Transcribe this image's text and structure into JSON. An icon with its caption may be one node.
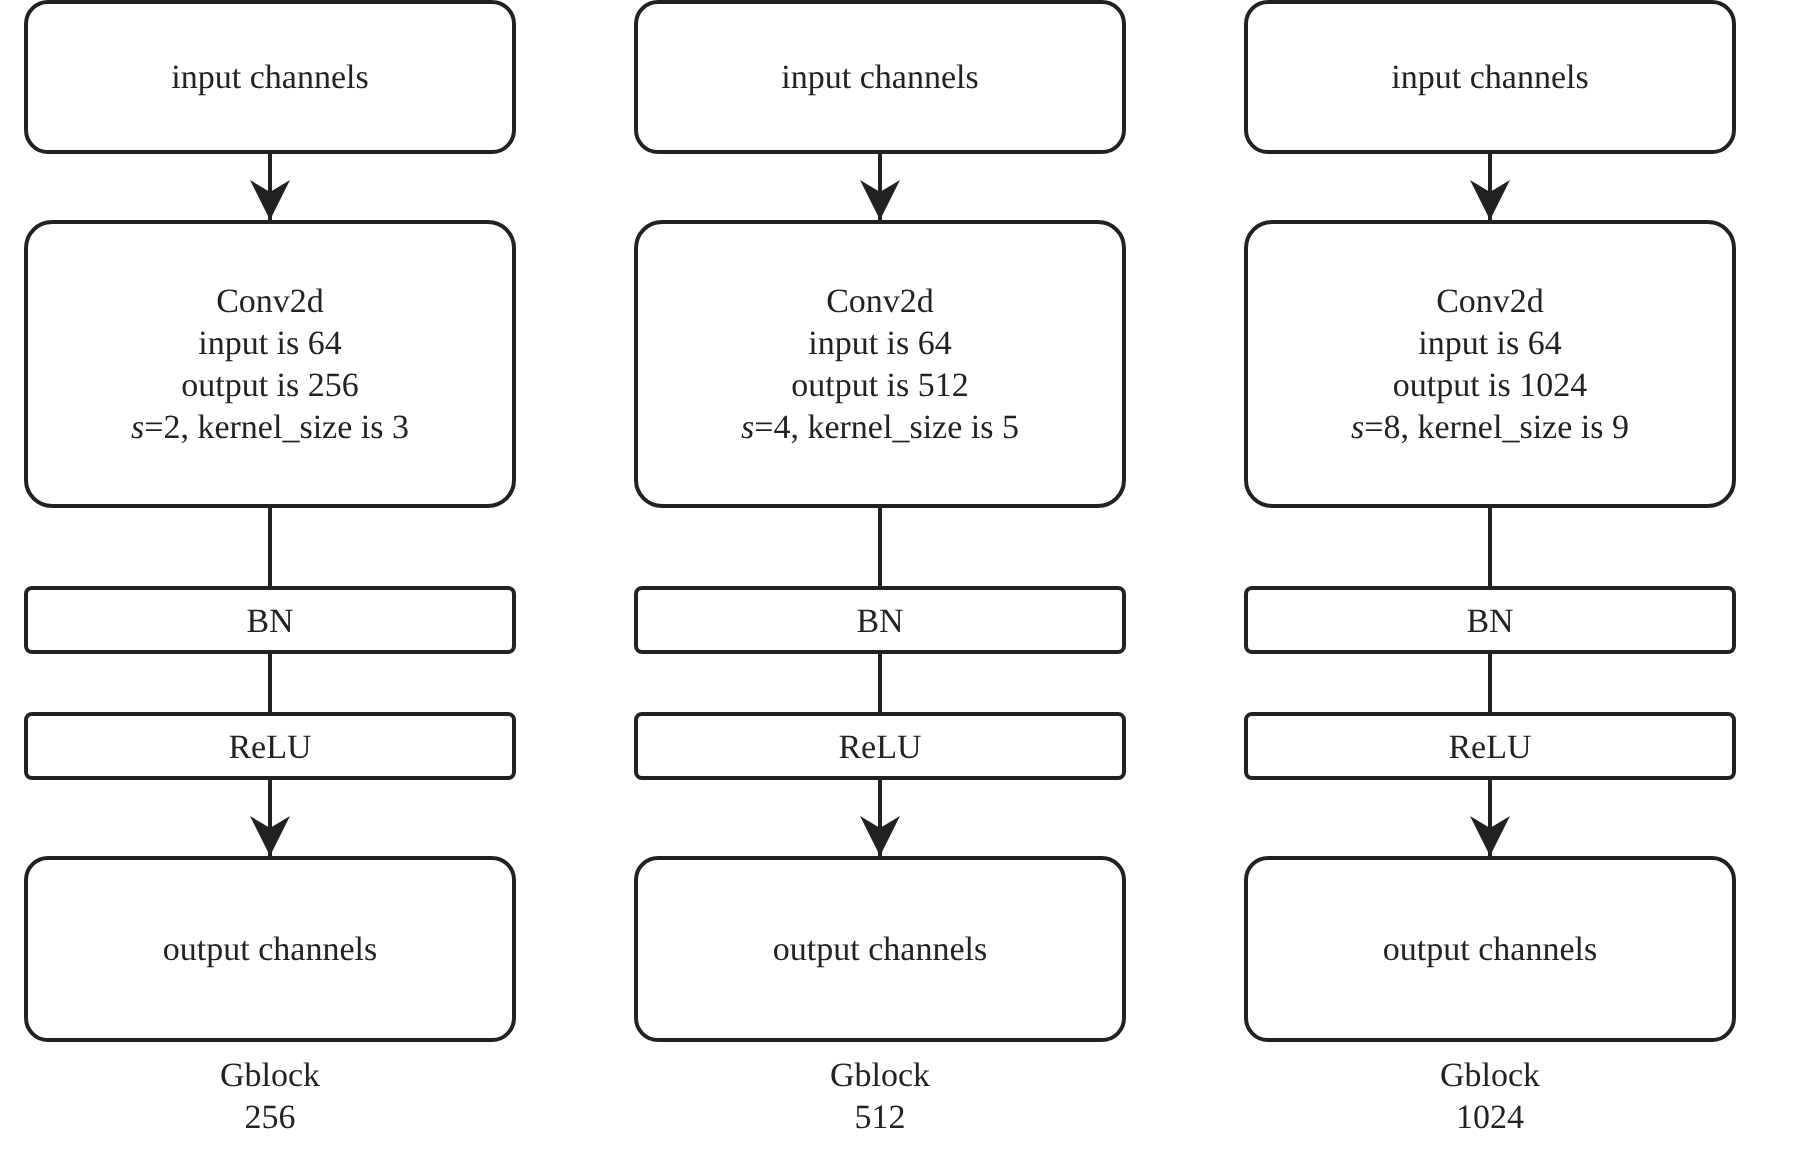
{
  "diagram": {
    "nodes": [
      {
        "text": [
          "input channels"
        ]
      },
      {
        "text": [
          "Conv2d",
          "input is 64",
          "output is 256",
          "*s*=2, kernel_size is 3"
        ]
      },
      {
        "text": [
          "BN"
        ]
      },
      {
        "text": [
          "ReLU"
        ]
      },
      {
        "text": [
          "output channels"
        ],
        "beside": [
          "Gblock 256"
        ]
      },
      {
        "text": [
          "input channels"
        ]
      },
      {
        "text": [
          "Conv2d",
          "input is 64",
          "output is 512",
          "*s*=4, kernel_size is 5"
        ]
      },
      {
        "text": [
          "BN"
        ]
      },
      {
        "text": [
          "ReLU"
        ]
      },
      {
        "text": [
          "output channels"
        ],
        "beside": [
          "Gblock 512"
        ]
      },
      {
        "text": [
          "input channels"
        ]
      },
      {
        "text": [
          "Conv2d",
          "input is 64",
          "output is 1024",
          "*s*=8, kernel_size is 9"
        ]
      },
      {
        "text": [
          "BN"
        ]
      },
      {
        "text": [
          "ReLU"
        ]
      },
      {
        "text": [
          "output channels"
        ],
        "beside": [
          "Gblock 1024"
        ]
      }
    ],
    "edges": [
      {
        "from": 0,
        "to": 1,
        "arrow": "to"
      },
      {
        "from": 1,
        "to": 2,
        "arrow": "none"
      },
      {
        "from": 2,
        "to": 3,
        "arrow": "none"
      },
      {
        "from": 3,
        "to": 4,
        "arrow": "to"
      },
      {
        "from": 5,
        "to": 6,
        "arrow": "to"
      },
      {
        "from": 6,
        "to": 7,
        "arrow": "none"
      },
      {
        "from": 7,
        "to": 8,
        "arrow": "none"
      },
      {
        "from": 8,
        "to": 9,
        "arrow": "to"
      },
      {
        "from": 10,
        "to": 11,
        "arrow": "to"
      },
      {
        "from": 11,
        "to": 12,
        "arrow": "none"
      },
      {
        "from": 12,
        "to": 13,
        "arrow": "none"
      },
      {
        "from": 13,
        "to": 14,
        "arrow": "to"
      }
    ]
  }
}
